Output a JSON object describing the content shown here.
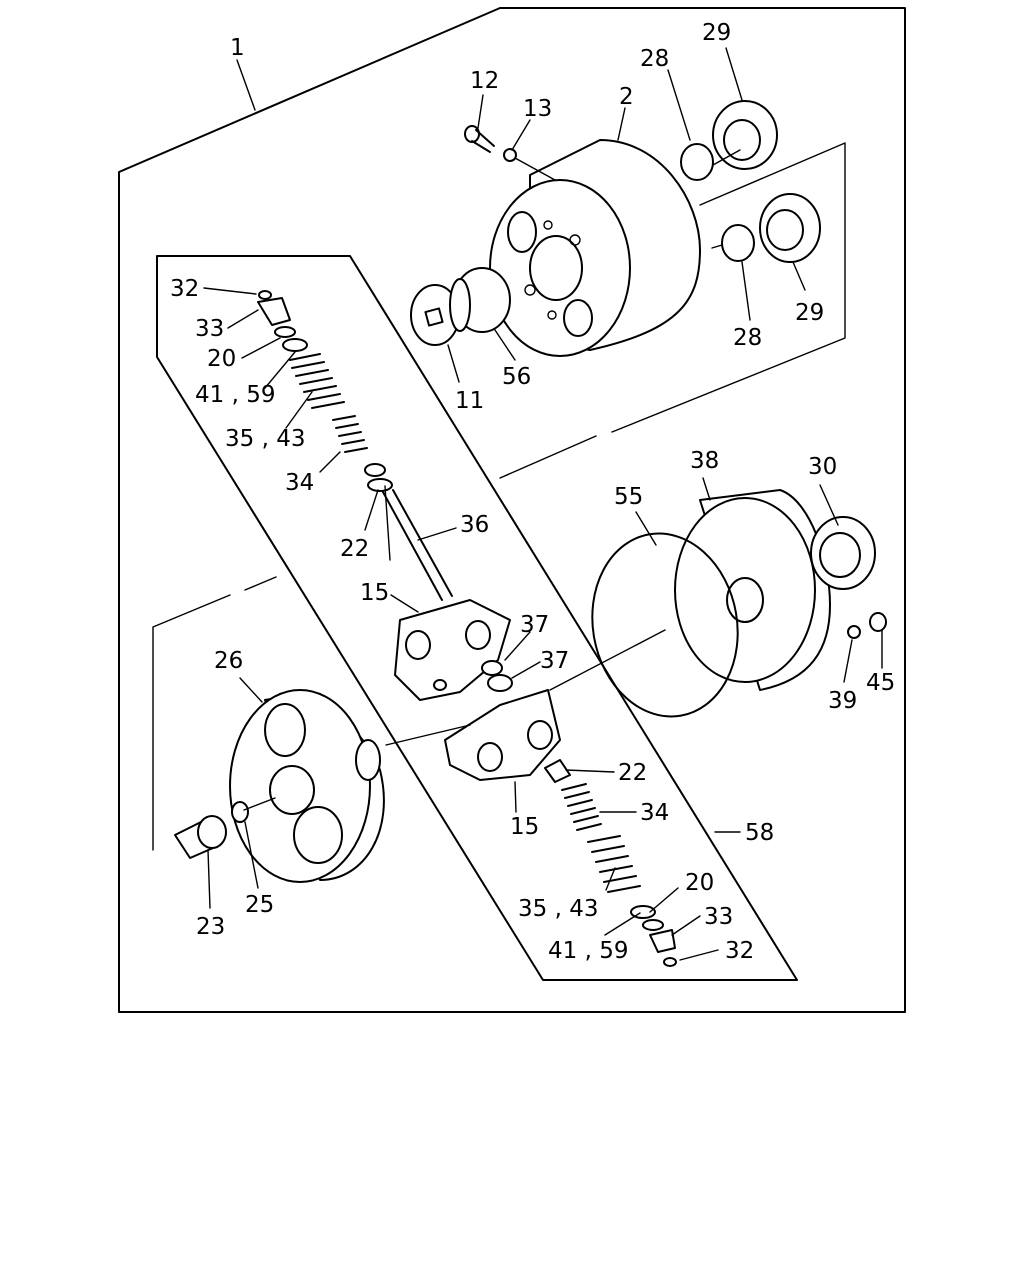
{
  "callouts": {
    "c1": "1",
    "c2": "2",
    "c11": "11",
    "c12": "12",
    "c13": "13",
    "c15a": "15",
    "c15b": "15",
    "c20a": "20",
    "c20b": "20",
    "c22a": "22",
    "c22b": "22",
    "c23": "23",
    "c25": "25",
    "c26": "26",
    "c28a": "28",
    "c28b": "28",
    "c29a": "29",
    "c29b": "29",
    "c30": "30",
    "c32a": "32",
    "c32b": "32",
    "c33a": "33",
    "c33b": "33",
    "c34a": "34",
    "c34b": "34",
    "c3543a": "35 , 43",
    "c3543b": "35 , 43",
    "c36": "36",
    "c37a": "37",
    "c37b": "37",
    "c38": "38",
    "c39": "39",
    "c4159a": "41 , 59",
    "c4159b": "41 , 59",
    "c45": "45",
    "c55": "55",
    "c56": "56",
    "c58": "58"
  }
}
